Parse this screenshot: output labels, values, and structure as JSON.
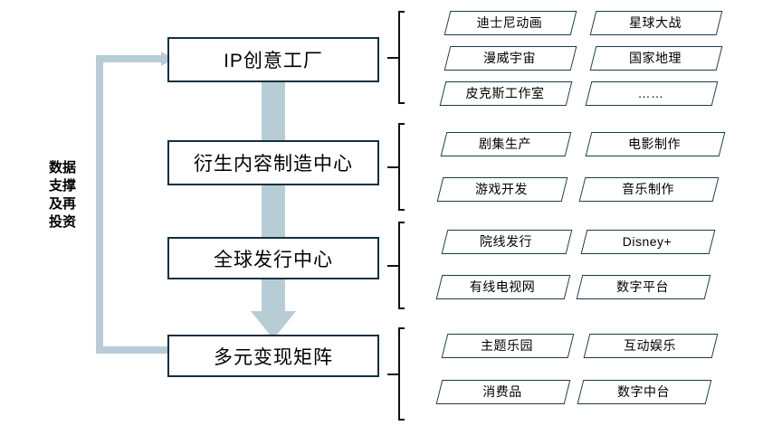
{
  "diagram": {
    "feedback_label_lines": [
      "数据",
      "支撑",
      "及再",
      "投资"
    ],
    "colors": {
      "box_border": "#12303f",
      "chip_border": "#1d3b4d",
      "arrow_fill": "#b8ccd6",
      "brace": "#111111",
      "background": "#ffffff",
      "text": "#000000"
    },
    "stages": [
      {
        "id": "ip-creative-factory",
        "title": "IP创意工厂",
        "items": [
          "迪士尼动画",
          "星球大战",
          "漫威宇宙",
          "国家地理",
          "皮克斯工作室",
          "……"
        ]
      },
      {
        "id": "derivative-content-center",
        "title": "衍生内容制造中心",
        "items": [
          "剧集生产",
          "电影制作",
          "游戏开发",
          "音乐制作"
        ]
      },
      {
        "id": "global-distribution-center",
        "title": "全球发行中心",
        "items": [
          "院线发行",
          "Disney+",
          "有线电视网",
          "数字平台"
        ]
      },
      {
        "id": "monetization-matrix",
        "title": "多元变现矩阵",
        "items": [
          "主题乐园",
          "互动娱乐",
          "消费品",
          "数字中台"
        ]
      }
    ]
  }
}
